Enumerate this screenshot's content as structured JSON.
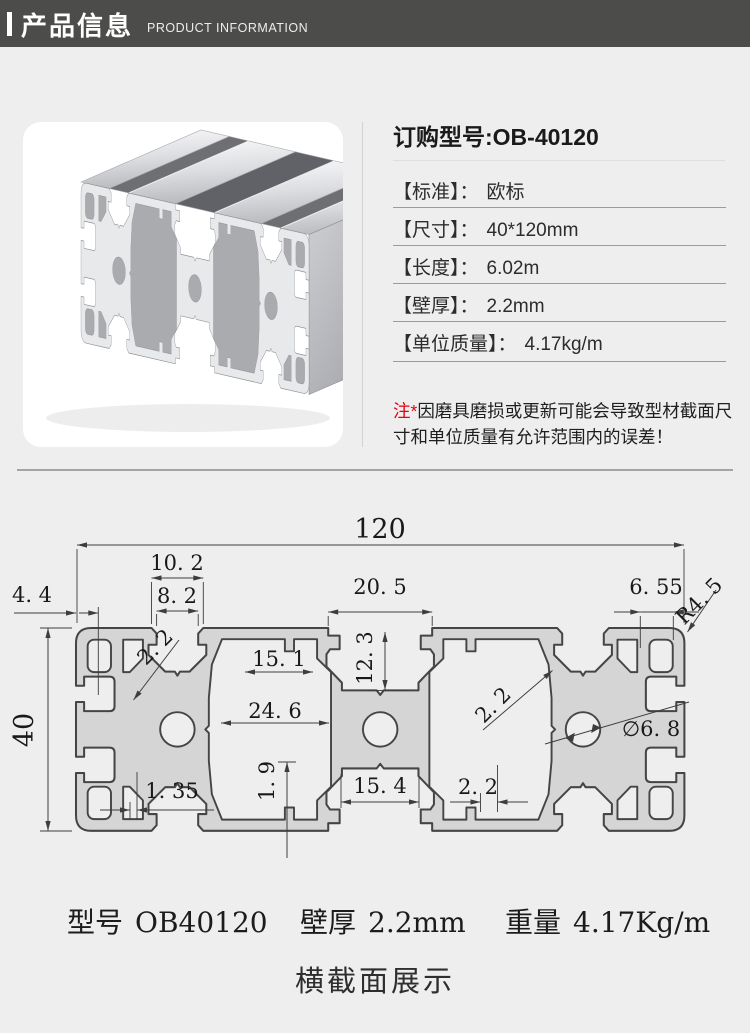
{
  "header": {
    "title": "产品信息",
    "subtitle": "PRODUCT INFORMATION"
  },
  "specs_panel": {
    "title": "订购型号:OB-40120",
    "rows": [
      {
        "label": "【标准】：",
        "value": "欧标"
      },
      {
        "label": "【尺寸】：",
        "value": "40*120mm"
      },
      {
        "label": "【长度】：",
        "value": "6.02m"
      },
      {
        "label": "【壁厚】：",
        "value": "2.2mm"
      },
      {
        "label": "【单位质量】：",
        "value": "4.17kg/m"
      }
    ],
    "note": {
      "prefix": "注*",
      "text": "因磨具磨损或更新可能会导致型材截面尺寸和单位质量有允许范围内的误差！"
    }
  },
  "drawing": {
    "dims": {
      "overall_width": "120",
      "overall_height": "40",
      "slot_top_outer": "10. 2",
      "slot_top_inner": "8. 2",
      "left_lip": "4. 4",
      "channel_opening": "20. 5",
      "corner_pocket": "6. 55",
      "corner_radius": "R4. 5",
      "wall_left": "2. 2",
      "pocket_width": "15. 1",
      "channel_depth": "12. 3",
      "core_gap": "24. 6",
      "hole_diameter": "∅6. 8",
      "floor_thickness": "1. 9",
      "lip_thickness": "1. 35",
      "channel_floor": "15. 4",
      "wall_bottom": "2. 2",
      "wall_right": "2. 2"
    }
  },
  "footer": {
    "specs": [
      {
        "label": "型号",
        "value": "OB40120"
      },
      {
        "label": "壁厚",
        "value": "2.2mm"
      },
      {
        "label": "重量",
        "value": "4.17Kg/m"
      }
    ],
    "caption": "横截面展示"
  }
}
